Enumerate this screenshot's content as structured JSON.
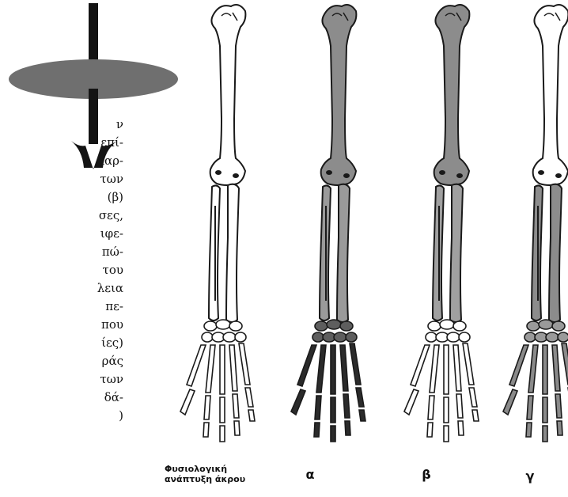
{
  "text_lines": [
    "ν",
    "επί-",
    "καρ-",
    "των",
    "(β)",
    "σες,",
    "ιφε-",
    "πώ-",
    "του",
    "λεια",
    "πε-",
    "που",
    "ίες)",
    "ράς",
    "των",
    "δά-",
    ")"
  ],
  "captions": {
    "normal_line1": "Φυσιολογική",
    "normal_line2": "ανάπτυξη άκρου",
    "alpha": "α",
    "beta": "β",
    "gamma": "γ"
  },
  "colors": {
    "disc": "#6f6f6f",
    "arrow": "#141414",
    "bone_outline": "#1a1a1a",
    "bone_gray": "#8c8c8c",
    "bone_dark": "#2b2b2b"
  },
  "icons": {
    "rotation": "arrow-through-disc-icon"
  }
}
